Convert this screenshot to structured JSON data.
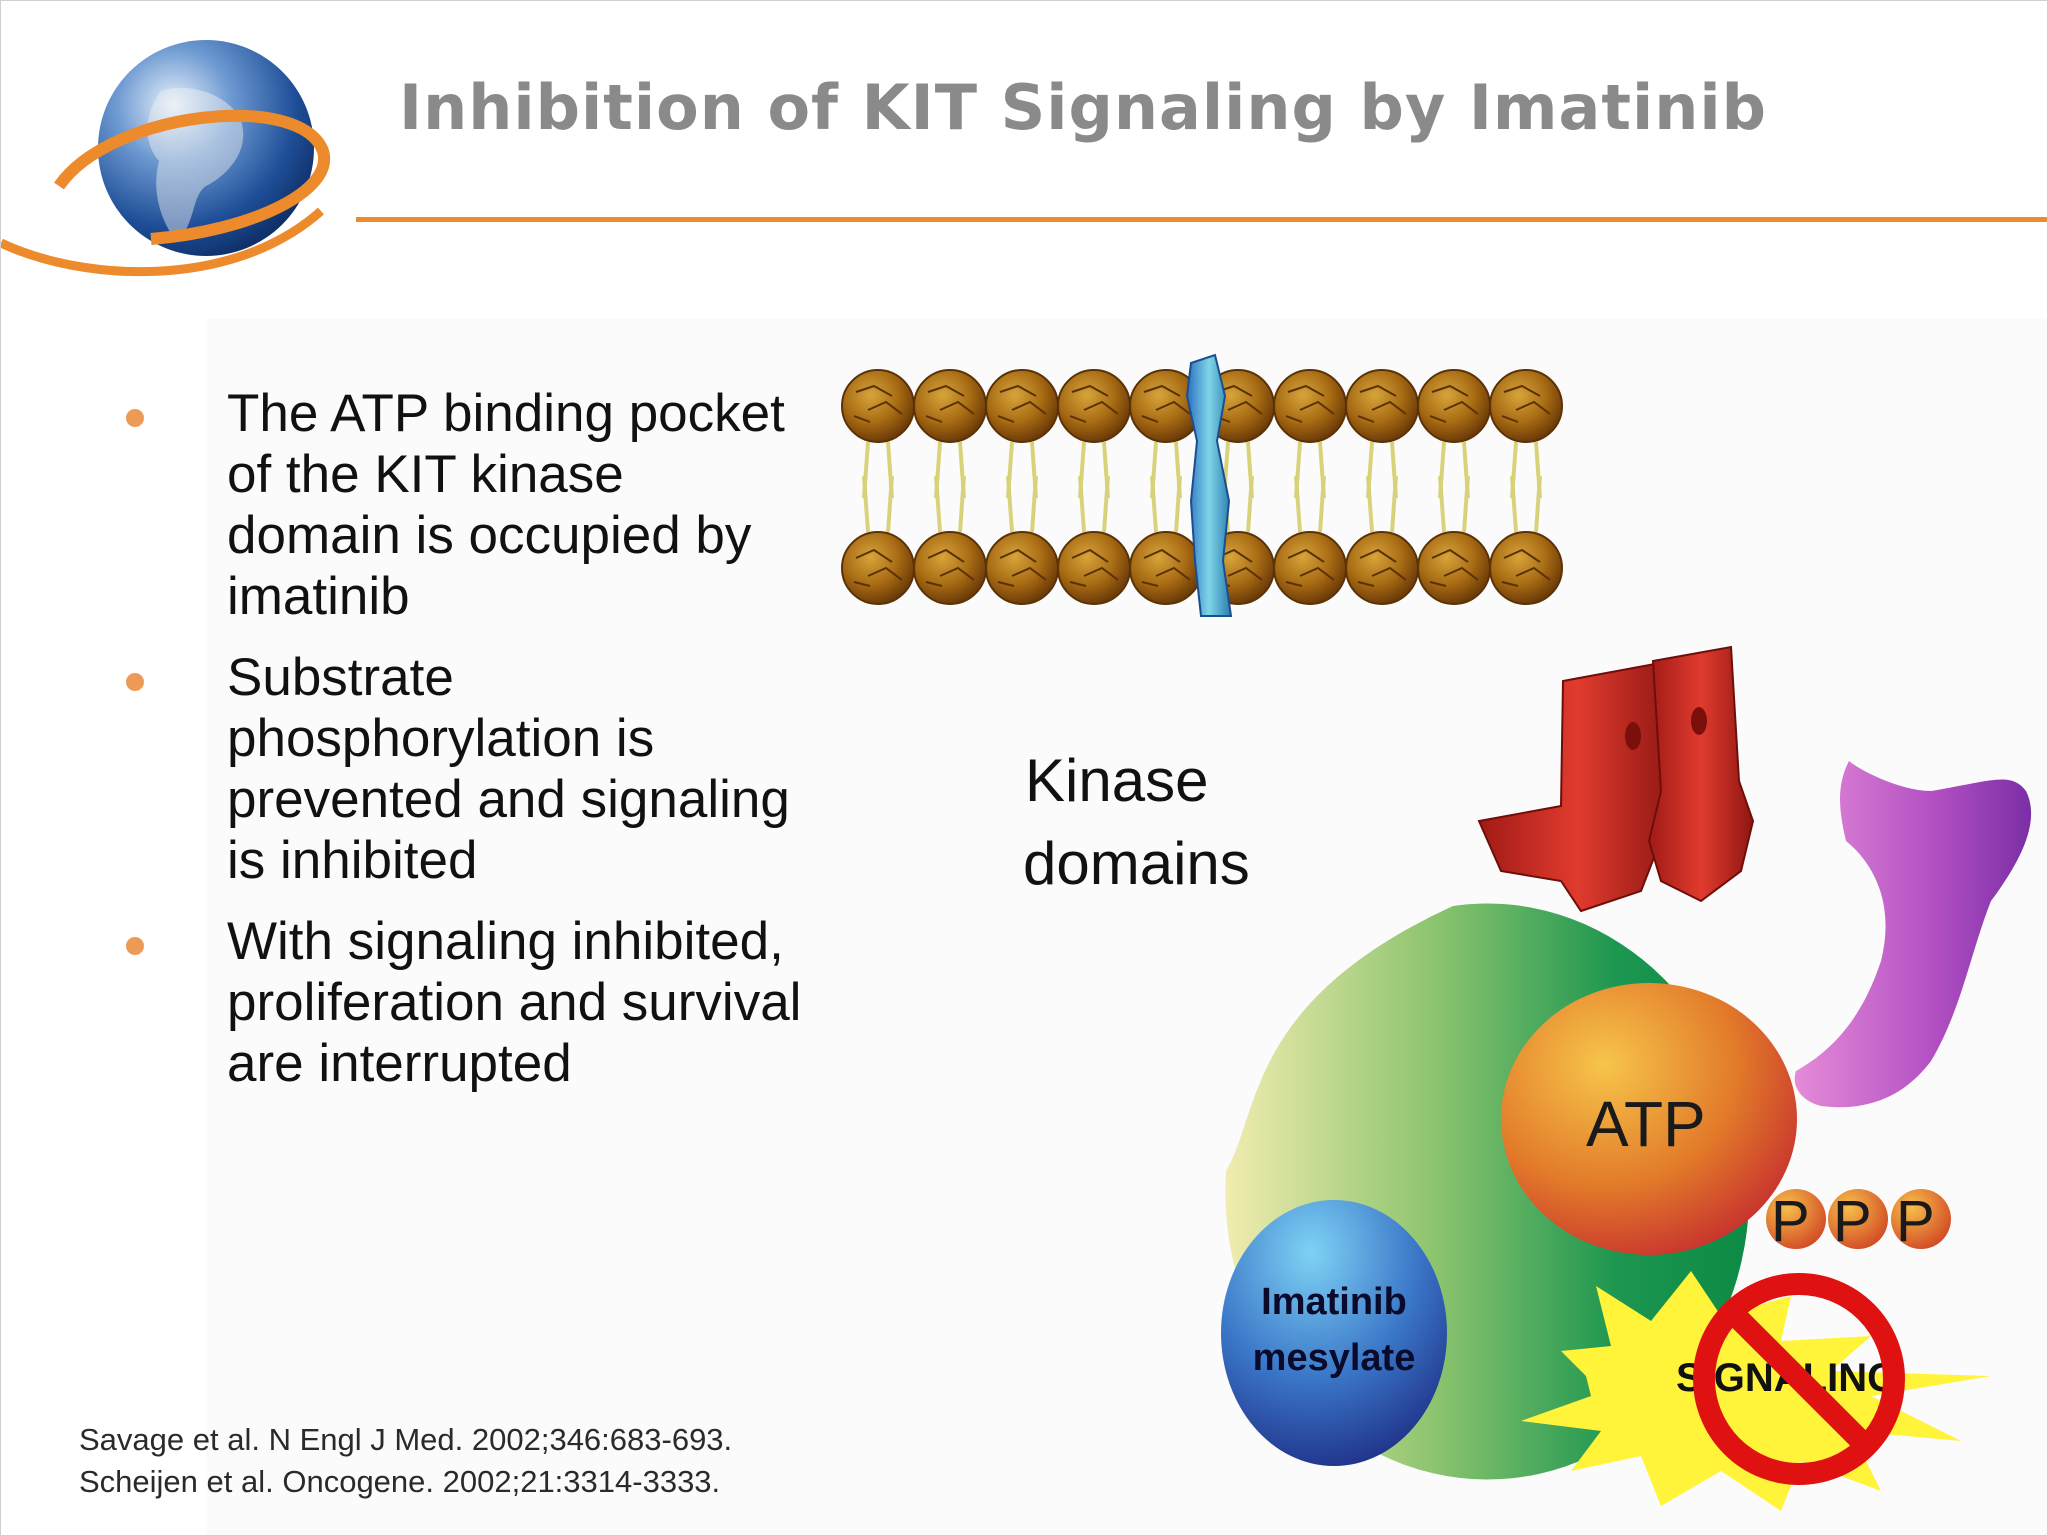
{
  "slide": {
    "title": "Inhibition of KIT Signaling by Imatinib",
    "logo_icon": "globe-with-orbit-icon",
    "accent_color": "#ec8a2c"
  },
  "bullets": [
    "The ATP binding pocket of the KIT kinase domain is occupied by imatinib",
    "Substrate phosphorylation is prevented and signaling is inhibited",
    "With signaling inhibited, proliferation and survival are interrupted"
  ],
  "diagram": {
    "kinase_label_line1": "Kinase",
    "kinase_label_line2": "domains",
    "atp_label": "ATP",
    "phosphate_label": "P",
    "imatinib_line1": "Imatinib",
    "imatinib_line2": "mesylate",
    "signaling_label": "SIGNALING",
    "no_symbol_icon": "prohibited-icon"
  },
  "citations": [
    "Savage et al. N Engl J Med. 2002;346:683-693.",
    "Scheijen et al. Oncogene. 2002;21:3314-3333."
  ]
}
